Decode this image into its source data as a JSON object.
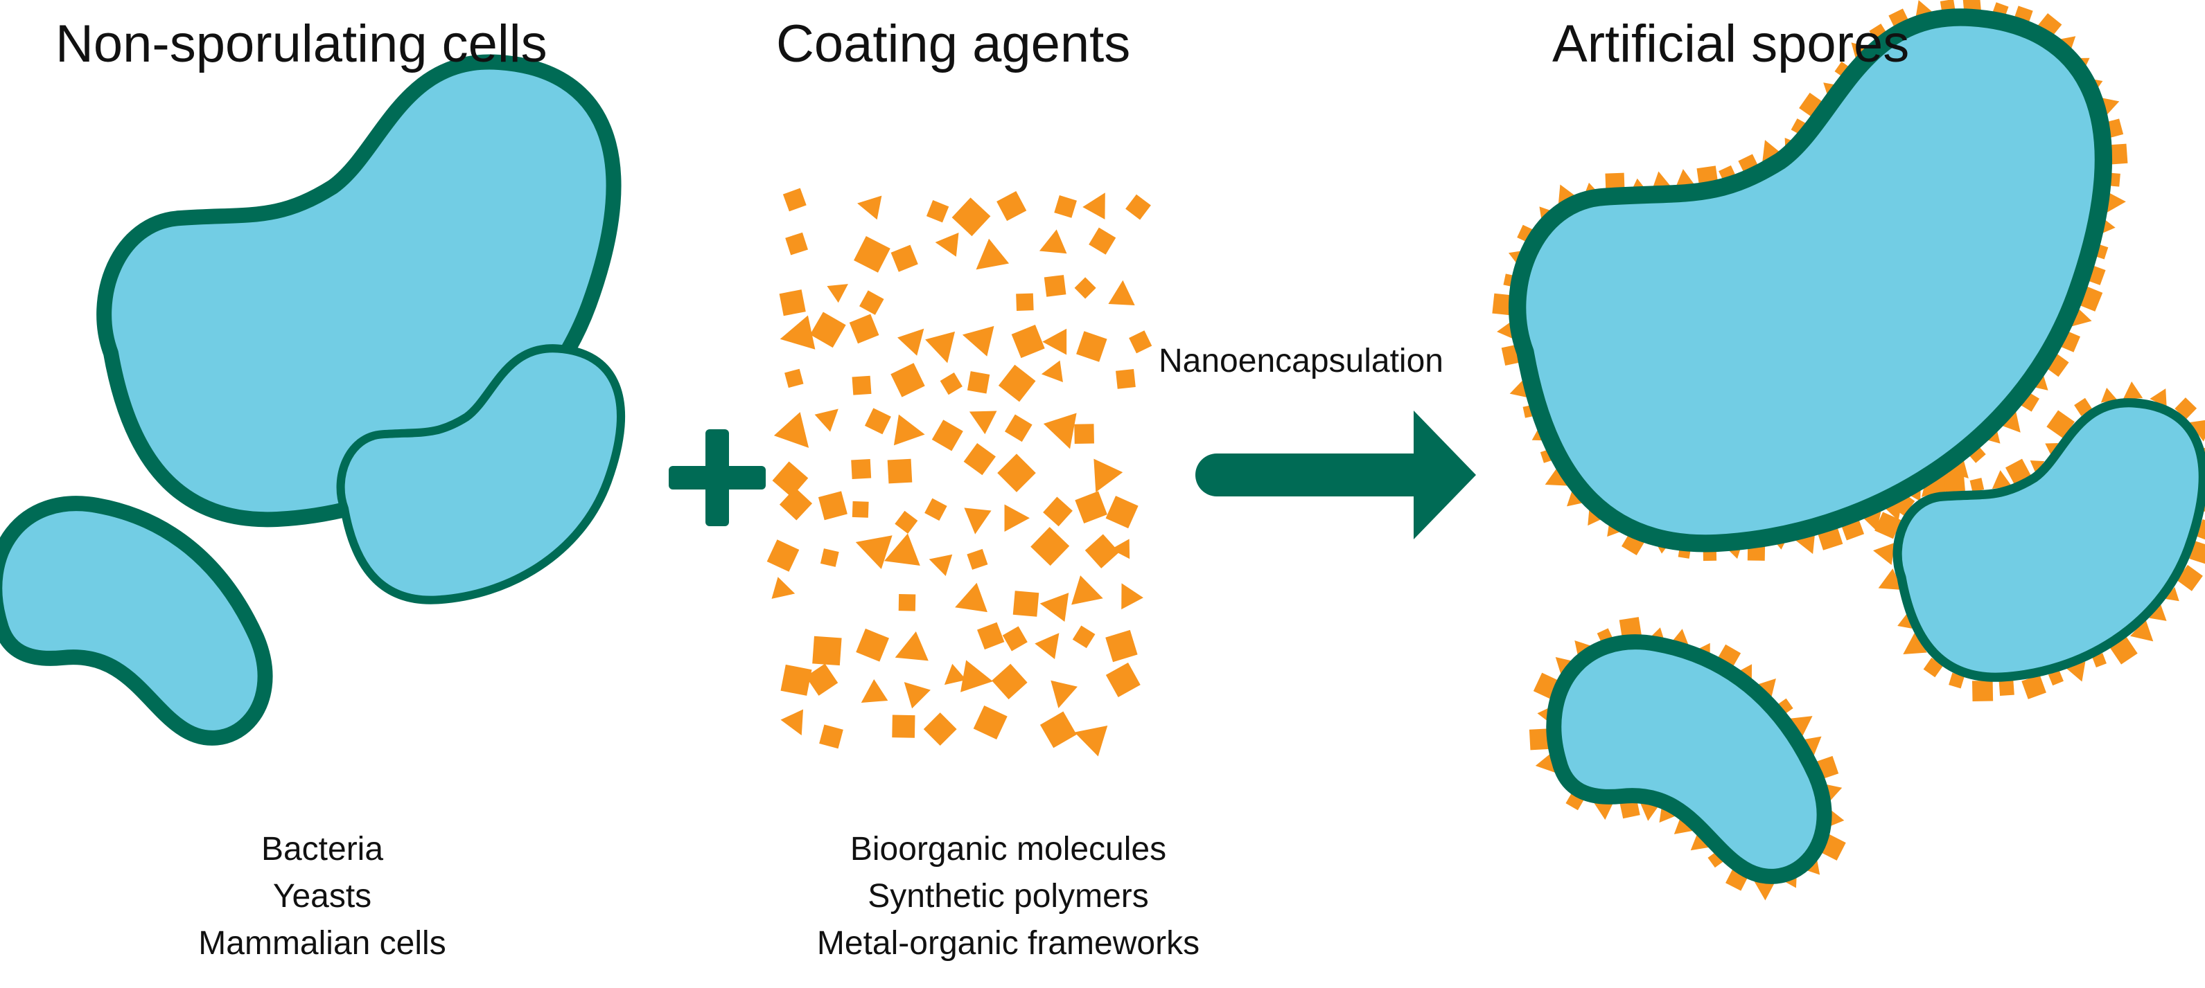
{
  "sections": [
    {
      "key": "cells",
      "heading": "Non-sporulating cells",
      "items": [
        "Bacteria",
        "Yeasts",
        "Mammalian cells"
      ]
    },
    {
      "key": "coating",
      "heading": "Coating agents",
      "items": [
        "Bioorganic molecules",
        "Synthetic polymers",
        "Metal-organic frameworks"
      ]
    },
    {
      "key": "spores",
      "heading": "Artificial spores",
      "items": []
    }
  ],
  "process": {
    "label": "Nanoencapsulation"
  },
  "colors": {
    "cell_fill": "#72cde4",
    "cell_outline": "#006b55",
    "coating": "#f7941d",
    "arrow": "#006b55",
    "plus": "#006b55",
    "text": "#111111"
  }
}
